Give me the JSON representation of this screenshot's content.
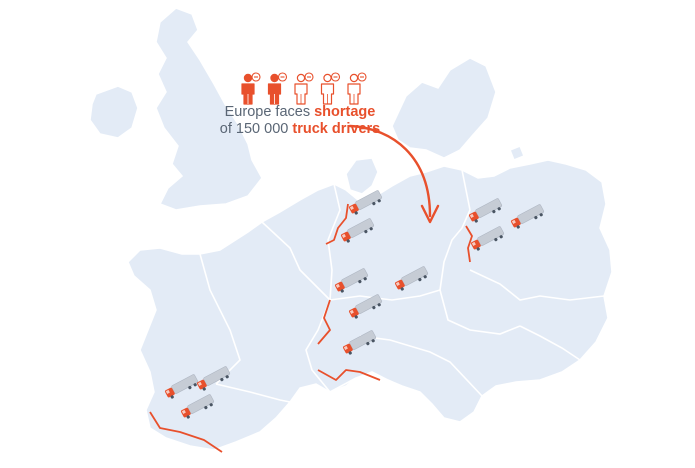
{
  "headline": {
    "line1_prefix": "Europe faces ",
    "line1_highlight": "shortage",
    "line2_prefix": "of 150 000 ",
    "line2_highlight": "truck drivers"
  },
  "colors": {
    "land": "#e3ebf6",
    "border": "#ffffff",
    "accent": "#e8502c",
    "text": "#5a6675",
    "truck_trailer": "#c6ccd5",
    "truck_cab": "#e8502c"
  },
  "drivers": {
    "total_icons": 5,
    "filled_icons": 2,
    "icon": "person-icon"
  },
  "truck_icon": "truck-icon",
  "arrow_icon": "curved-arrow-icon"
}
